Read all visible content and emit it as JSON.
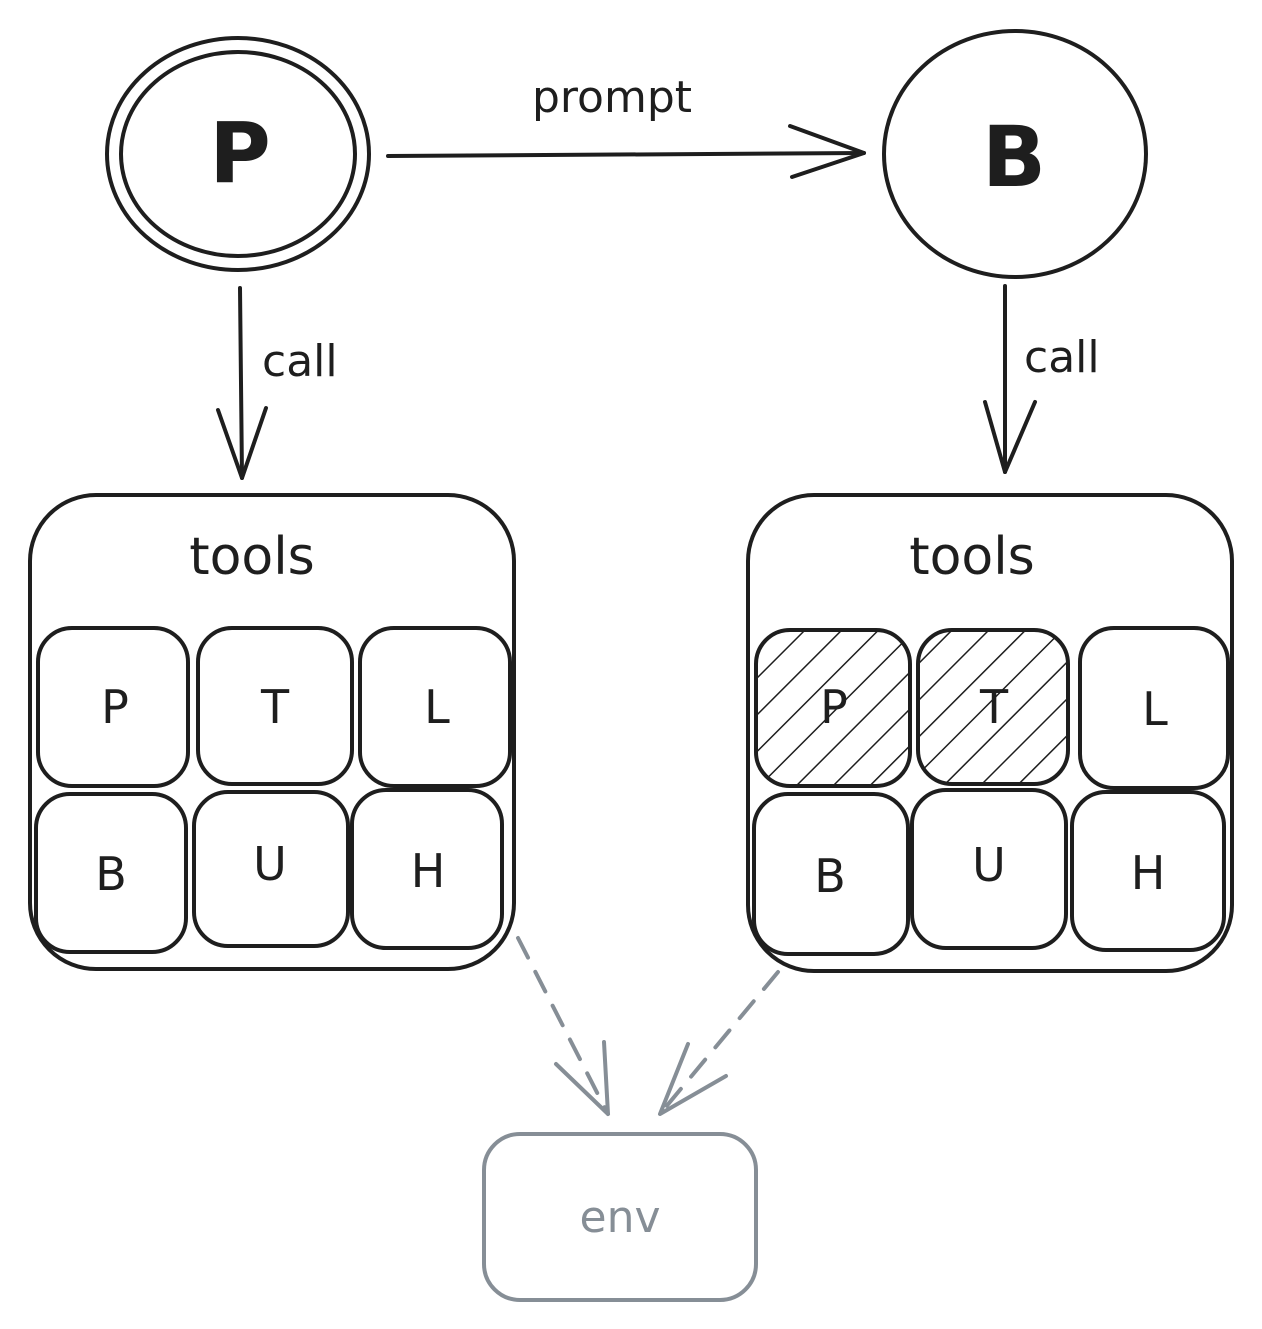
{
  "nodes": {
    "left": {
      "letter": "P"
    },
    "right": {
      "letter": "B"
    }
  },
  "edges": {
    "prompt_label": "prompt",
    "left_call_label": "call",
    "right_call_label": "call"
  },
  "toolboxes": {
    "left": {
      "title": "tools",
      "tools": [
        {
          "letter": "P",
          "disabled": false
        },
        {
          "letter": "T",
          "disabled": false
        },
        {
          "letter": "L",
          "disabled": false
        },
        {
          "letter": "B",
          "disabled": false
        },
        {
          "letter": "U",
          "disabled": false
        },
        {
          "letter": "H",
          "disabled": false
        }
      ]
    },
    "right": {
      "title": "tools",
      "tools": [
        {
          "letter": "P",
          "disabled": true
        },
        {
          "letter": "T",
          "disabled": true
        },
        {
          "letter": "L",
          "disabled": false
        },
        {
          "letter": "B",
          "disabled": false
        },
        {
          "letter": "U",
          "disabled": false
        },
        {
          "letter": "H",
          "disabled": false
        }
      ]
    }
  },
  "env": {
    "label": "env"
  },
  "colors": {
    "ink": "#1e1e1e",
    "muted": "#868e96",
    "background": "#ffffff"
  }
}
